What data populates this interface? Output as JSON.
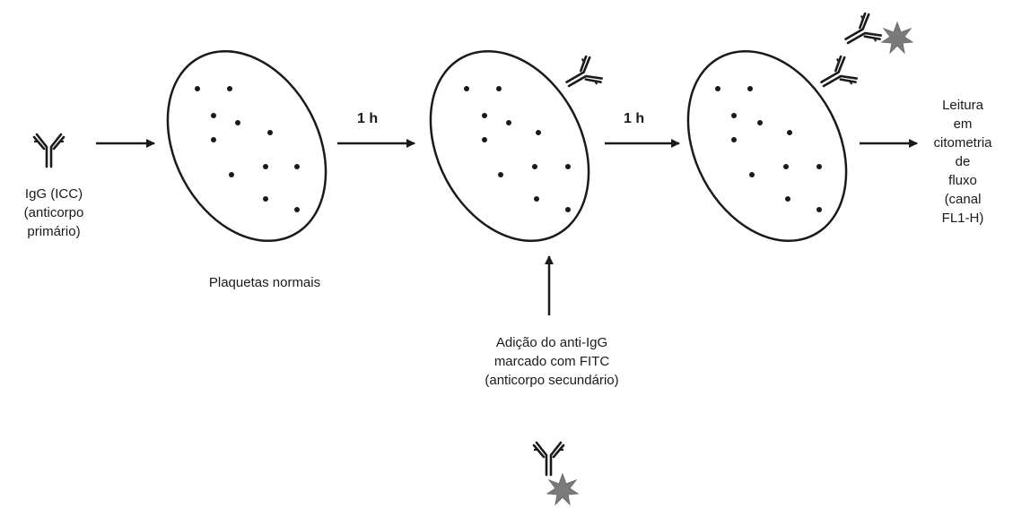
{
  "primary_antibody": {
    "lines": [
      "IgG (ICC)",
      "(anticorpo",
      "primário)"
    ]
  },
  "platelets": {
    "label": "Plaquetas normais"
  },
  "incubation": {
    "step1": "1 h",
    "step2": "1 h"
  },
  "secondary_antibody": {
    "lines": [
      "Adição do anti-IgG",
      "marcado com FITC",
      "(anticorpo secundário)"
    ]
  },
  "readout": {
    "lines": [
      "Leitura",
      "em",
      "citometria",
      "de",
      "fluxo",
      "(canal",
      "FL1-H)"
    ]
  },
  "icons": {
    "antibody": "y-antibody-icon",
    "fluorophore": "fitc-star-icon"
  },
  "colors": {
    "ink": "#1a1a1a",
    "fluorophore": "#7a7a7a"
  }
}
